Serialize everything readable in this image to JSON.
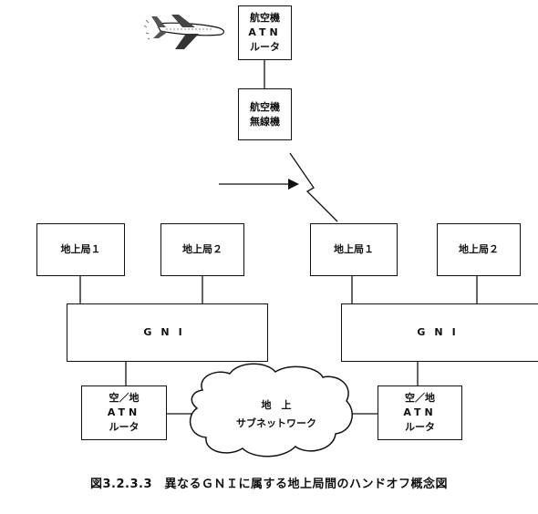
{
  "aircraft": {
    "atn_router": [
      "航空機",
      "ATN",
      "ルータ"
    ],
    "radio": [
      "航空機",
      "無線機"
    ]
  },
  "left_network": {
    "ground_station_1": "地上局１",
    "ground_station_2": "地上局２",
    "gni": "GNI",
    "air_ground_router": [
      "空／地",
      "ATN",
      "ルータ"
    ]
  },
  "right_network": {
    "ground_station_1": "地上局１",
    "ground_station_2": "地上局２",
    "gni": "GNI",
    "air_ground_router": [
      "空／地",
      "ATN",
      "ルータ"
    ]
  },
  "subnetwork": [
    "地　上",
    "サブネットワーク"
  ],
  "caption": "図3.2.3.3　異なるＧＮＩに属する地上局間のハンドオフ概念図"
}
